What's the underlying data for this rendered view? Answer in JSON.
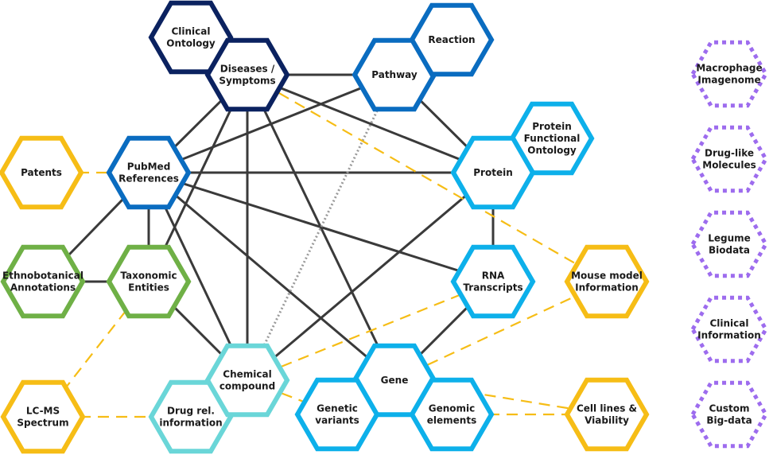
{
  "colors": {
    "navy": "#0b2260",
    "blue": "#0a6cc0",
    "sky": "#0db0ea",
    "teal": "#6ad6d8",
    "green": "#6fb046",
    "gold": "#f6bd16",
    "purple": "#9d6cee",
    "edge_solid": "#3a3a3a",
    "edge_dotted": "#9a9a9a"
  },
  "nodes": [
    {
      "id": "clinical_ontology",
      "lines": [
        "Clinical",
        "Ontology"
      ],
      "color": "navy",
      "style": "solid"
    },
    {
      "id": "diseases",
      "lines": [
        "Diseases /",
        "Symptoms"
      ],
      "color": "navy",
      "style": "solid"
    },
    {
      "id": "pathway",
      "lines": [
        "Pathway"
      ],
      "color": "blue",
      "style": "solid"
    },
    {
      "id": "reaction",
      "lines": [
        "Reaction"
      ],
      "color": "blue",
      "style": "solid"
    },
    {
      "id": "protein_ontology",
      "lines": [
        "Protein",
        "Functional",
        "Ontology"
      ],
      "color": "sky",
      "style": "solid"
    },
    {
      "id": "protein",
      "lines": [
        "Protein"
      ],
      "color": "sky",
      "style": "solid"
    },
    {
      "id": "patents",
      "lines": [
        "Patents"
      ],
      "color": "gold",
      "style": "solid"
    },
    {
      "id": "pubmed",
      "lines": [
        "PubMed",
        "References"
      ],
      "color": "blue",
      "style": "solid"
    },
    {
      "id": "ethno",
      "lines": [
        "Ethnobotanical",
        "Annotations"
      ],
      "color": "green",
      "style": "solid"
    },
    {
      "id": "taxonomic",
      "lines": [
        "Taxonomic",
        "Entities"
      ],
      "color": "green",
      "style": "solid"
    },
    {
      "id": "rna",
      "lines": [
        "RNA",
        "Transcripts"
      ],
      "color": "sky",
      "style": "solid"
    },
    {
      "id": "mouse",
      "lines": [
        "Mouse model",
        "Information"
      ],
      "color": "gold",
      "style": "solid"
    },
    {
      "id": "lcms",
      "lines": [
        "LC-MS",
        "Spectrum"
      ],
      "color": "gold",
      "style": "solid"
    },
    {
      "id": "drug_rel",
      "lines": [
        "Drug rel.",
        "information"
      ],
      "color": "teal",
      "style": "solid"
    },
    {
      "id": "chemical",
      "lines": [
        "Chemical",
        "compound"
      ],
      "color": "teal",
      "style": "solid"
    },
    {
      "id": "gene",
      "lines": [
        "Gene"
      ],
      "color": "sky",
      "style": "solid"
    },
    {
      "id": "genetic_variants",
      "lines": [
        "Genetic",
        "variants"
      ],
      "color": "sky",
      "style": "solid"
    },
    {
      "id": "genomic",
      "lines": [
        "Genomic",
        "elements"
      ],
      "color": "sky",
      "style": "solid"
    },
    {
      "id": "cell_lines",
      "lines": [
        "Cell lines &",
        "Viability"
      ],
      "color": "gold",
      "style": "solid"
    },
    {
      "id": "macrophage",
      "lines": [
        "Macrophage",
        "Imagenome"
      ],
      "color": "purple",
      "style": "dotted"
    },
    {
      "id": "druglike",
      "lines": [
        "Drug-like",
        "Molecules"
      ],
      "color": "purple",
      "style": "dotted"
    },
    {
      "id": "legume",
      "lines": [
        "Legume",
        "Biodata"
      ],
      "color": "purple",
      "style": "dotted"
    },
    {
      "id": "clinical_info",
      "lines": [
        "Clinical",
        "Information"
      ],
      "color": "purple",
      "style": "dotted"
    },
    {
      "id": "custom",
      "lines": [
        "Custom",
        "Big-data"
      ],
      "color": "purple",
      "style": "dotted"
    }
  ],
  "edges": [
    {
      "from": "diseases",
      "to": "pathway",
      "style": "solid"
    },
    {
      "from": "diseases",
      "to": "pubmed",
      "style": "solid"
    },
    {
      "from": "diseases",
      "to": "protein",
      "style": "solid"
    },
    {
      "from": "diseases",
      "to": "chemical",
      "style": "solid"
    },
    {
      "from": "diseases",
      "to": "gene",
      "style": "solid"
    },
    {
      "from": "diseases",
      "to": "taxonomic",
      "style": "solid"
    },
    {
      "from": "pathway",
      "to": "protein",
      "style": "solid"
    },
    {
      "from": "pathway",
      "to": "pubmed",
      "style": "solid"
    },
    {
      "from": "pubmed",
      "to": "protein",
      "style": "solid"
    },
    {
      "from": "pubmed",
      "to": "ethno",
      "style": "solid"
    },
    {
      "from": "pubmed",
      "to": "taxonomic",
      "style": "solid"
    },
    {
      "from": "pubmed",
      "to": "chemical",
      "style": "solid"
    },
    {
      "from": "pubmed",
      "to": "rna",
      "style": "solid"
    },
    {
      "from": "pubmed",
      "to": "gene",
      "style": "solid"
    },
    {
      "from": "ethno",
      "to": "taxonomic",
      "style": "solid"
    },
    {
      "from": "taxonomic",
      "to": "chemical",
      "style": "solid"
    },
    {
      "from": "protein",
      "to": "rna",
      "style": "solid"
    },
    {
      "from": "protein",
      "to": "chemical",
      "style": "solid"
    },
    {
      "from": "rna",
      "to": "gene",
      "style": "solid"
    },
    {
      "from": "pathway",
      "to": "chemical",
      "style": "dotted"
    },
    {
      "from": "patents",
      "to": "pubmed",
      "style": "dashed"
    },
    {
      "from": "diseases",
      "to": "mouse",
      "style": "dashed"
    },
    {
      "from": "taxonomic",
      "to": "lcms",
      "style": "dashed"
    },
    {
      "from": "lcms",
      "to": "drug_rel",
      "style": "dashed"
    },
    {
      "from": "chemical",
      "to": "rna",
      "style": "dashed"
    },
    {
      "from": "chemical",
      "to": "genetic_variants",
      "style": "dashed"
    },
    {
      "from": "gene",
      "to": "mouse",
      "style": "dashed"
    },
    {
      "from": "gene",
      "to": "cell_lines",
      "style": "dashed"
    },
    {
      "from": "genomic",
      "to": "cell_lines",
      "style": "dashed"
    }
  ]
}
